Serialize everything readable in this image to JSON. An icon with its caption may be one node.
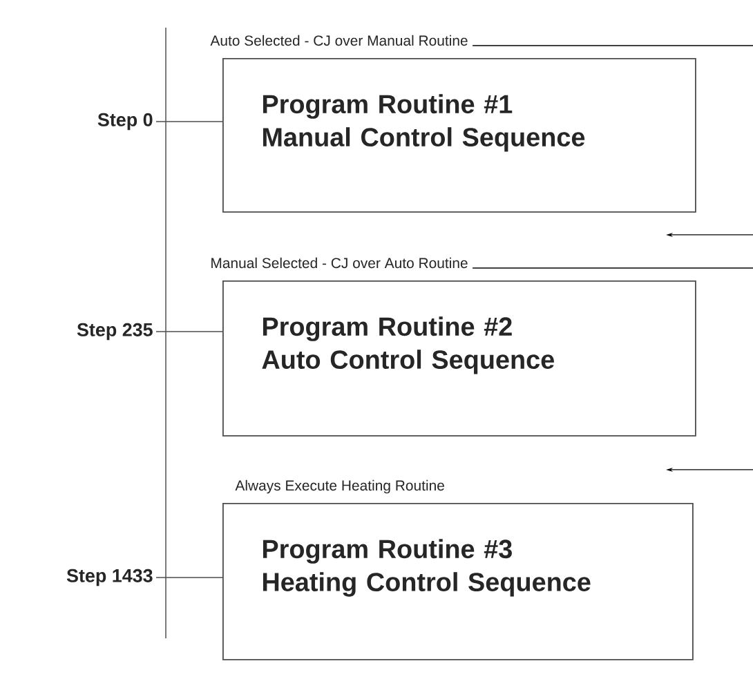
{
  "diagram": {
    "nodes": [
      {
        "text": [
          "Auto Selected - CJ  over Manual Routine",
          "Program Routine #1 Manual Control Sequence"
        ]
      },
      {
        "text": [
          "Manual Selected - CJ  over Auto Routine",
          "Program Routine #2 Auto Control Sequence"
        ]
      },
      {
        "text": [
          "Always Execute Heating Routine",
          "Program Routine #3 Heating Control Sequence"
        ]
      },
      {
        "text": [
          "Step 0"
        ]
      },
      {
        "text": [
          "Step 235"
        ]
      },
      {
        "text": [
          "Step 1433"
        ]
      }
    ],
    "edges": [
      {
        "from": 3,
        "to": 0,
        "arrow": "none"
      },
      {
        "from": 4,
        "to": 1,
        "arrow": "none"
      },
      {
        "from": 5,
        "to": 2,
        "arrow": "none"
      }
    ]
  }
}
